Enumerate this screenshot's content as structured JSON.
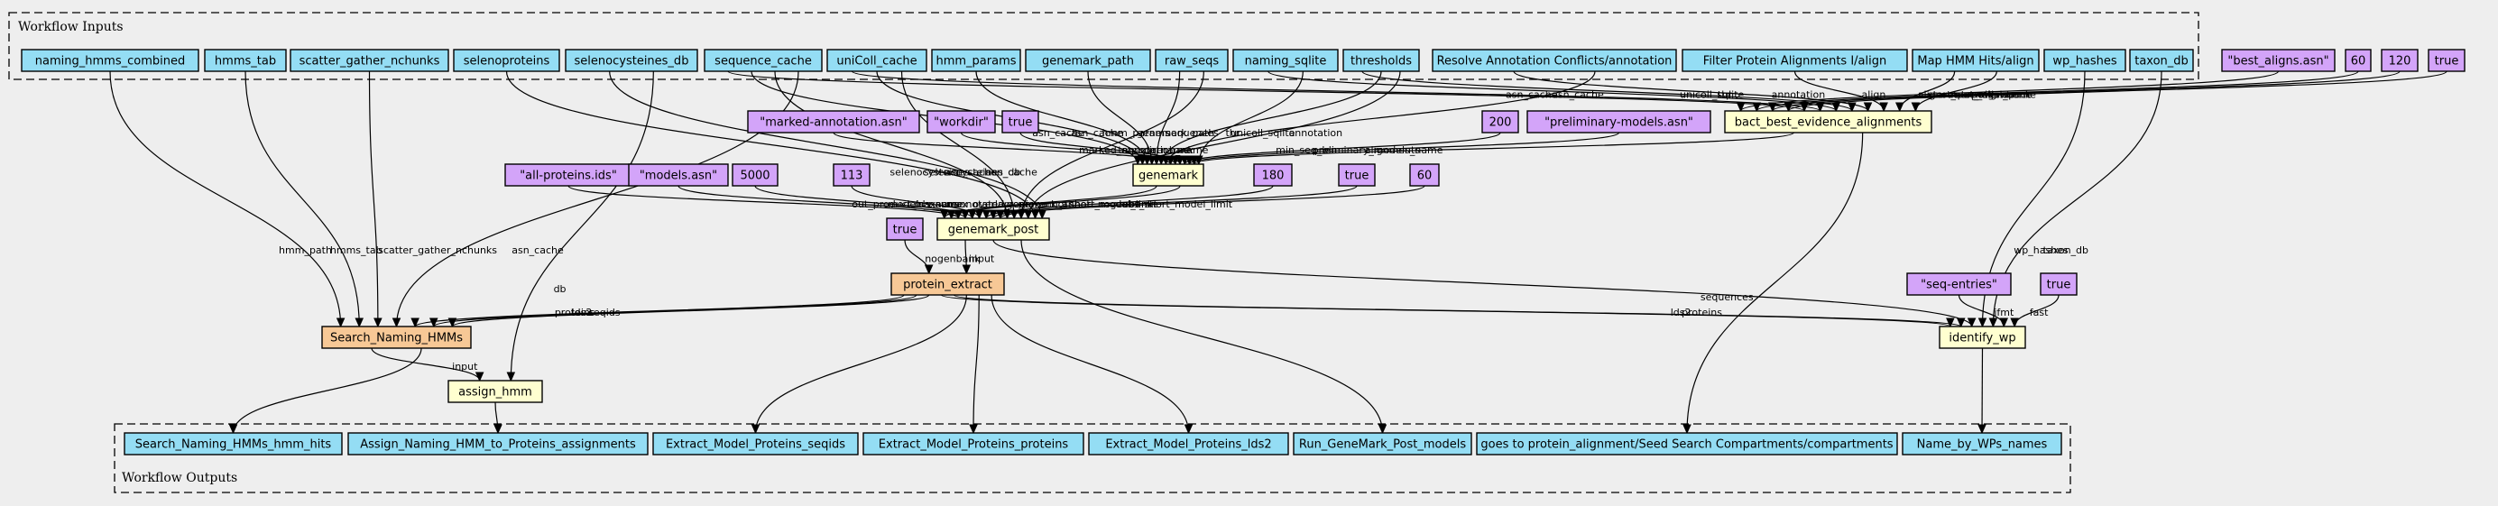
{
  "clusters": {
    "inputs": {
      "label": "Workflow Inputs"
    },
    "outputs": {
      "label": "Workflow Outputs"
    }
  },
  "nodes": {
    "in_naming_hmms_combined": {
      "label": "naming_hmms_combined",
      "kind": "input"
    },
    "in_hmms_tab": {
      "label": "hmms_tab",
      "kind": "input"
    },
    "in_scatter_gather_nchunks": {
      "label": "scatter_gather_nchunks",
      "kind": "input"
    },
    "in_selenoproteins": {
      "label": "selenoproteins",
      "kind": "input"
    },
    "in_selenocysteines_db": {
      "label": "selenocysteines_db",
      "kind": "input"
    },
    "in_sequence_cache": {
      "label": "sequence_cache",
      "kind": "input"
    },
    "in_uniColl_cache": {
      "label": "uniColl_cache",
      "kind": "input"
    },
    "in_hmm_params": {
      "label": "hmm_params",
      "kind": "input"
    },
    "in_genemark_path": {
      "label": "genemark_path",
      "kind": "input"
    },
    "in_raw_seqs": {
      "label": "raw_seqs",
      "kind": "input"
    },
    "in_naming_sqlite": {
      "label": "naming_sqlite",
      "kind": "input"
    },
    "in_thresholds": {
      "label": "thresholds",
      "kind": "input"
    },
    "in_resolve_annot": {
      "label": "Resolve Annotation Conflicts/annotation",
      "kind": "input"
    },
    "in_filter_align": {
      "label": "Filter Protein Alignments I/align",
      "kind": "input"
    },
    "in_map_hmm_align": {
      "label": "Map HMM Hits/align",
      "kind": "input"
    },
    "in_wp_hashes": {
      "label": "wp_hashes",
      "kind": "input"
    },
    "in_taxon_db": {
      "label": "taxon_db",
      "kind": "input"
    },
    "c_best_aligns": {
      "label": "\"best_aligns.asn\"",
      "kind": "constant"
    },
    "c_60a": {
      "label": "60",
      "kind": "constant"
    },
    "c_120": {
      "label": "120",
      "kind": "constant"
    },
    "c_true_a": {
      "label": "true",
      "kind": "constant"
    },
    "c_marked_annot": {
      "label": "\"marked-annotation.asn\"",
      "kind": "constant"
    },
    "c_workdir": {
      "label": "\"workdir\"",
      "kind": "constant"
    },
    "c_true_b": {
      "label": "true",
      "kind": "constant"
    },
    "c_200": {
      "label": "200",
      "kind": "constant"
    },
    "c_prelim_models": {
      "label": "\"preliminary-models.asn\"",
      "kind": "constant"
    },
    "c_all_proteins": {
      "label": "\"all-proteins.ids\"",
      "kind": "constant"
    },
    "c_models": {
      "label": "\"models.asn\"",
      "kind": "constant"
    },
    "c_5000": {
      "label": "5000",
      "kind": "constant"
    },
    "c_113": {
      "label": "113",
      "kind": "constant"
    },
    "c_180": {
      "label": "180",
      "kind": "constant"
    },
    "c_true_c": {
      "label": "true",
      "kind": "constant"
    },
    "c_60b": {
      "label": "60",
      "kind": "constant"
    },
    "c_true_d": {
      "label": "true",
      "kind": "constant"
    },
    "c_seq_entries": {
      "label": "\"seq-entries\"",
      "kind": "constant"
    },
    "c_true_e": {
      "label": "true",
      "kind": "constant"
    },
    "s_bact_best": {
      "label": "bact_best_evidence_alignments",
      "kind": "step"
    },
    "s_genemark": {
      "label": "genemark",
      "kind": "step"
    },
    "s_genemark_post": {
      "label": "genemark_post",
      "kind": "step"
    },
    "s_protein_extract": {
      "label": "protein_extract",
      "kind": "subwf"
    },
    "s_search_naming": {
      "label": "Search_Naming_HMMs",
      "kind": "subwf"
    },
    "s_assign_hmm": {
      "label": "assign_hmm",
      "kind": "step"
    },
    "s_identify_wp": {
      "label": "identify_wp",
      "kind": "step"
    },
    "out_search_hits": {
      "label": "Search_Naming_HMMs_hmm_hits",
      "kind": "output"
    },
    "out_assign": {
      "label": "Assign_Naming_HMM_to_Proteins_assignments",
      "kind": "output"
    },
    "out_seqids": {
      "label": "Extract_Model_Proteins_seqids",
      "kind": "output"
    },
    "out_proteins": {
      "label": "Extract_Model_Proteins_proteins",
      "kind": "output"
    },
    "out_lds2": {
      "label": "Extract_Model_Proteins_lds2",
      "kind": "output"
    },
    "out_genemark_models": {
      "label": "Run_GeneMark_Post_models",
      "kind": "output"
    },
    "out_compartments": {
      "label": "goes to protein_alignment/Seed Search Compartments/compartments",
      "kind": "output"
    },
    "out_wp_names": {
      "label": "Name_by_WPs_names",
      "kind": "output"
    }
  },
  "edges": [
    {
      "from": "c_best_aligns",
      "to": "s_bact_best",
      "label": ""
    },
    {
      "from": "c_60a",
      "to": "s_bact_best",
      "label": "start_stop_allowance"
    },
    {
      "from": "c_120",
      "to": "s_bact_best",
      "label": "max_overlap"
    },
    {
      "from": "c_true_a",
      "to": "s_bact_best",
      "label": "nogenbank"
    },
    {
      "from": "in_sequence_cache",
      "to": "s_bact_best",
      "label": "asn_cache"
    },
    {
      "from": "in_uniColl_cache",
      "to": "s_bact_best",
      "label": "asn_cache"
    },
    {
      "from": "in_naming_sqlite",
      "to": "s_bact_best",
      "label": "unicoll_sqlite"
    },
    {
      "from": "in_thresholds",
      "to": "s_bact_best",
      "label": "thr"
    },
    {
      "from": "in_resolve_annot",
      "to": "s_bact_best",
      "label": "annotation"
    },
    {
      "from": "in_filter_align",
      "to": "s_bact_best",
      "label": "align"
    },
    {
      "from": "in_map_hmm_align",
      "to": "s_bact_best",
      "label": "align"
    },
    {
      "from": "in_map_hmm_align",
      "to": "s_bact_best",
      "label": "output_align_name"
    },
    {
      "from": "in_sequence_cache",
      "to": "s_genemark",
      "label": "asn_cache"
    },
    {
      "from": "in_uniColl_cache",
      "to": "s_genemark",
      "label": "asn_cache"
    },
    {
      "from": "in_hmm_params",
      "to": "s_genemark",
      "label": "hmm_params"
    },
    {
      "from": "in_genemark_path",
      "to": "s_genemark",
      "label": "genemark_path"
    },
    {
      "from": "in_raw_seqs",
      "to": "s_genemark",
      "label": "sequences"
    },
    {
      "from": "in_thresholds",
      "to": "s_genemark",
      "label": "thr"
    },
    {
      "from": "in_resolve_annot",
      "to": "s_genemark",
      "label": "annotation"
    },
    {
      "from": "c_marked_annot",
      "to": "s_genemark",
      "label": "marked_annotation_name"
    },
    {
      "from": "c_workdir",
      "to": "s_genemark",
      "label": "tmp_dir_name"
    },
    {
      "from": "c_true_b",
      "to": "s_genemark",
      "label": "nogenbank"
    },
    {
      "from": "c_200",
      "to": "s_genemark",
      "label": "min_seq_len"
    },
    {
      "from": "c_prelim_models",
      "to": "s_genemark",
      "label": "preliminary_models_name"
    },
    {
      "from": "s_bact_best",
      "to": "s_genemark",
      "label": "alignments"
    },
    {
      "from": "in_naming_sqlite",
      "to": "s_genemark",
      "label": "unicoll_sqlite"
    },
    {
      "from": "s_genemark",
      "to": "s_genemark_post",
      "label": "genemark_annot"
    },
    {
      "from": "s_genemark",
      "to": "s_genemark_post",
      "label": "pre_annot"
    },
    {
      "from": "c_all_proteins",
      "to": "s_genemark_post",
      "label": "out_product_ids_name"
    },
    {
      "from": "c_models",
      "to": "s_genemark_post",
      "label": "models_name"
    },
    {
      "from": "c_5000",
      "to": "s_genemark_post",
      "label": "max_unannotated_region"
    },
    {
      "from": "c_113",
      "to": "s_genemark_post",
      "label": "max_overlap"
    },
    {
      "from": "c_180",
      "to": "s_genemark_post",
      "label": "short_model_limit"
    },
    {
      "from": "c_true_c",
      "to": "s_genemark_post",
      "label": "nogenbank"
    },
    {
      "from": "c_60b",
      "to": "s_genemark_post",
      "label": "abs_short_model_limit"
    },
    {
      "from": "in_sequence_cache",
      "to": "s_genemark_post",
      "label": "asn_cache"
    },
    {
      "from": "in_uniColl_cache",
      "to": "s_genemark_post",
      "label": "asn_cache"
    },
    {
      "from": "in_raw_seqs",
      "to": "s_genemark_post",
      "label": ""
    },
    {
      "from": "in_thresholds",
      "to": "s_genemark_post",
      "label": ""
    },
    {
      "from": "in_selenoproteins",
      "to": "s_genemark_post",
      "label": "selenocysteines"
    },
    {
      "from": "in_selenocysteines_db",
      "to": "s_genemark_post",
      "label": "selenocysteines_db"
    },
    {
      "from": "c_true_d",
      "to": "s_protein_extract",
      "label": "nogenbank"
    },
    {
      "from": "s_genemark_post",
      "to": "s_protein_extract",
      "label": "input"
    },
    {
      "from": "in_naming_hmms_combined",
      "to": "s_search_naming",
      "label": "hmm_path"
    },
    {
      "from": "in_hmms_tab",
      "to": "s_search_naming",
      "label": "hmms_tab"
    },
    {
      "from": "in_scatter_gather_nchunks",
      "to": "s_search_naming",
      "label": "scatter_gather_nchunks"
    },
    {
      "from": "in_sequence_cache",
      "to": "s_search_naming",
      "label": "asn_cache"
    },
    {
      "from": "s_protein_extract",
      "to": "s_search_naming",
      "label": "proteins"
    },
    {
      "from": "s_protein_extract",
      "to": "s_search_naming",
      "label": "lds2"
    },
    {
      "from": "s_protein_extract",
      "to": "s_search_naming",
      "label": "seqids"
    },
    {
      "from": "s_search_naming",
      "to": "s_assign_hmm",
      "label": "input"
    },
    {
      "from": "in_selenocysteines_db",
      "to": "s_assign_hmm",
      "label": "db"
    },
    {
      "from": "s_protein_extract",
      "to": "s_identify_wp",
      "label": "lds2"
    },
    {
      "from": "s_protein_extract",
      "to": "s_identify_wp",
      "label": "proteins"
    },
    {
      "from": "s_genemark_post",
      "to": "s_identify_wp",
      "label": "sequences"
    },
    {
      "from": "in_wp_hashes",
      "to": "s_identify_wp",
      "label": "wp_hashes"
    },
    {
      "from": "in_taxon_db",
      "to": "s_identify_wp",
      "label": "taxon_db"
    },
    {
      "from": "c_seq_entries",
      "to": "s_identify_wp",
      "label": "ifmt"
    },
    {
      "from": "c_true_e",
      "to": "s_identify_wp",
      "label": "fast"
    },
    {
      "from": "s_search_naming",
      "to": "out_search_hits",
      "label": ""
    },
    {
      "from": "s_assign_hmm",
      "to": "out_assign",
      "label": ""
    },
    {
      "from": "s_protein_extract",
      "to": "out_seqids",
      "label": ""
    },
    {
      "from": "s_protein_extract",
      "to": "out_proteins",
      "label": ""
    },
    {
      "from": "s_protein_extract",
      "to": "out_lds2",
      "label": ""
    },
    {
      "from": "s_genemark_post",
      "to": "out_genemark_models",
      "label": ""
    },
    {
      "from": "s_bact_best",
      "to": "out_compartments",
      "label": ""
    },
    {
      "from": "s_identify_wp",
      "to": "out_wp_names",
      "label": ""
    }
  ]
}
